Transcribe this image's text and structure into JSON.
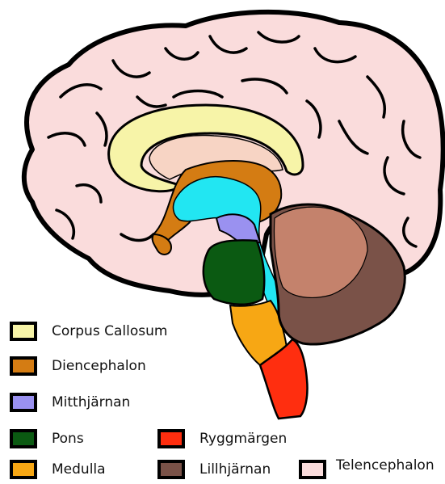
{
  "legend": [
    {
      "label": "Corpus Callosum",
      "color": "#f7f4a8"
    },
    {
      "label": "Diencephalon",
      "color": "#d47c13"
    },
    {
      "label": "Mitthjärnan",
      "color": "#9a91f0"
    },
    {
      "label": "Pons",
      "color": "#0b5a12"
    },
    {
      "label": "Ryggmärgen",
      "color": "#ff2e0f"
    },
    {
      "label": "Medulla",
      "color": "#f7a714"
    },
    {
      "label": "Lillhjärnan",
      "color": "#7a5248"
    },
    {
      "label": "Telencephalon",
      "color": "#fadcdc"
    }
  ],
  "colors": {
    "ventricle": "#22e6f2",
    "thalamus_light": "#f7d4c4",
    "cerebellum_inner": "#c4826c",
    "outline": "#000000"
  }
}
